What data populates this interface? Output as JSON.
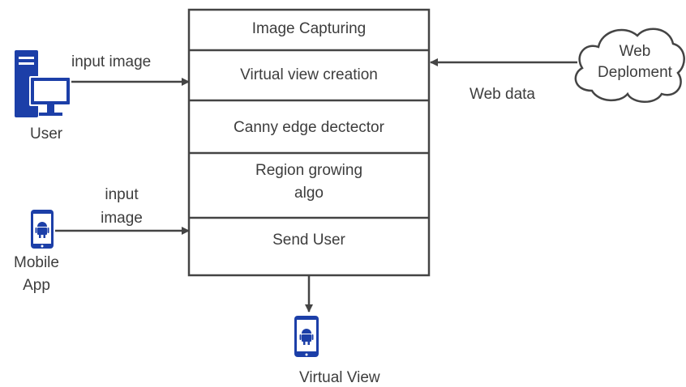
{
  "process_box": {
    "steps": [
      "Image Capturing",
      "Virtual view creation",
      "Canny edge dectector",
      "Region growing algo",
      "Send User"
    ],
    "step_lines": [
      [
        "Image Capturing"
      ],
      [
        "Virtual view creation"
      ],
      [
        "Canny edge dectector"
      ],
      [
        "Region growing",
        "algo"
      ],
      [
        "Send User"
      ]
    ]
  },
  "user": {
    "label": "User",
    "edge_label": "input image",
    "icon": "desktop-computer-icon"
  },
  "mobile_app": {
    "label_lines": [
      "Mobile",
      "App"
    ],
    "edge_label_lines": [
      "input",
      "image"
    ],
    "icon": "android-phone-icon"
  },
  "web": {
    "cloud_label_lines": [
      "Web",
      "Deploment"
    ],
    "edge_label": "Web data",
    "icon": "cloud-shape"
  },
  "output": {
    "label": "Virtual View",
    "icon": "android-phone-icon"
  },
  "colors": {
    "line": "#444444",
    "icon_blue": "#1c3fa8",
    "text": "#3d3d3d"
  }
}
